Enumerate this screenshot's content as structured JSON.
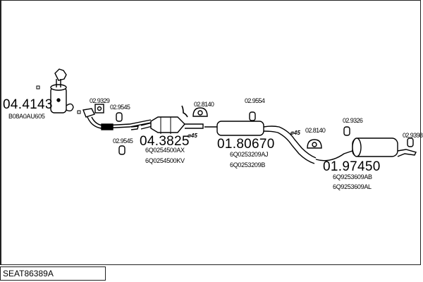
{
  "diagram": {
    "reference": "SEAT86389A",
    "components": [
      {
        "id": "catalyst-front",
        "part_number": "04.4143",
        "oe_numbers": [
          "B08A0AU605"
        ]
      },
      {
        "id": "catalyst-middle",
        "part_number": "04.3825",
        "diameter": "ø45",
        "oe_numbers": [
          "6Q0254500AX",
          "6Q0254500KV"
        ]
      },
      {
        "id": "middle-silencer",
        "part_number": "01.80670",
        "diameter": "ø45",
        "oe_numbers": [
          "6Q0253209AJ",
          "6Q0253209B"
        ]
      },
      {
        "id": "rear-silencer",
        "part_number": "01.97450",
        "oe_numbers": [
          "6Q9253609AB",
          "6Q9253609AL"
        ]
      }
    ],
    "accessories": [
      {
        "id": "gasket-1",
        "part_number": "02.9329"
      },
      {
        "id": "rubber-1",
        "part_number": "02.9545"
      },
      {
        "id": "rubber-2",
        "part_number": "02.9545"
      },
      {
        "id": "clamp-1",
        "part_number": "02.8140"
      },
      {
        "id": "rubber-3",
        "part_number": "02.9554"
      },
      {
        "id": "clamp-2",
        "part_number": "02.8140"
      },
      {
        "id": "rubber-4",
        "part_number": "02.9326"
      },
      {
        "id": "rubber-5",
        "part_number": "02.9398"
      }
    ]
  }
}
